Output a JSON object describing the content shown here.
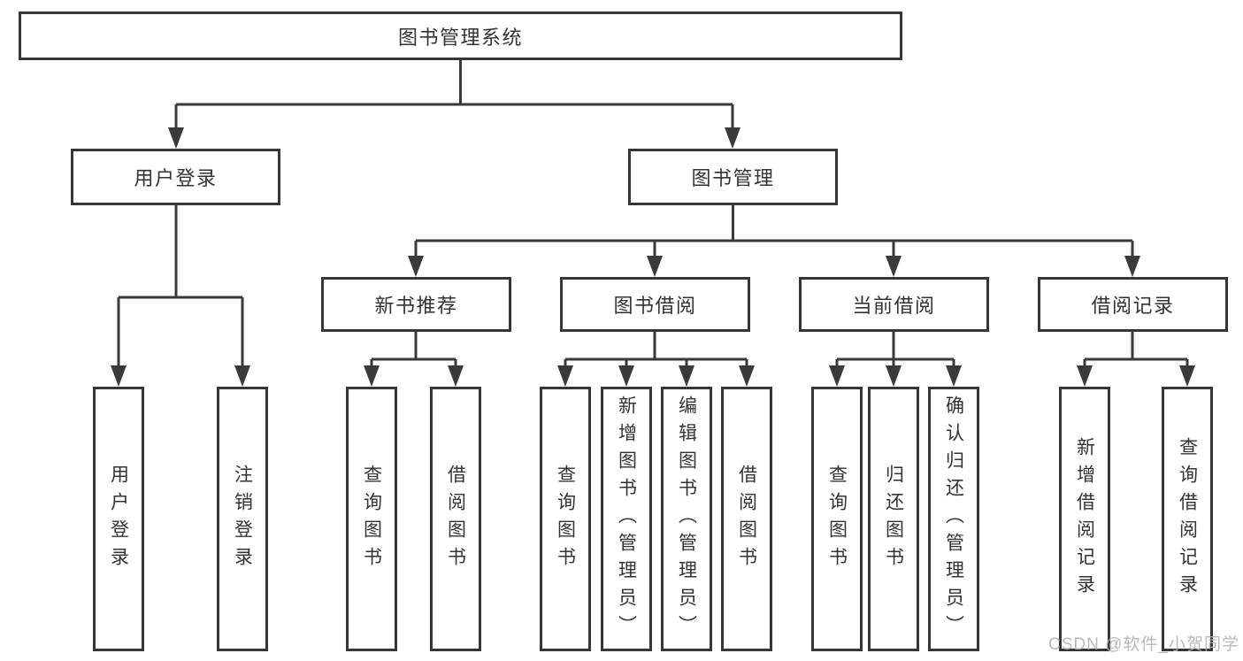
{
  "tree": {
    "root": {
      "label": "图书管理系统"
    },
    "branches": [
      {
        "label": "用户登录",
        "children": [
          {
            "label": "用户登录"
          },
          {
            "label": "注销登录"
          }
        ]
      },
      {
        "label": "图书管理",
        "children": [
          {
            "label": "新书推荐",
            "children": [
              {
                "label": "查询图书"
              },
              {
                "label": "借阅图书"
              }
            ]
          },
          {
            "label": "图书借阅",
            "children": [
              {
                "label": "查询图书"
              },
              {
                "label": "新增图书（管理员）"
              },
              {
                "label": "编辑图书（管理员）"
              },
              {
                "label": "借阅图书"
              }
            ]
          },
          {
            "label": "当前借阅",
            "children": [
              {
                "label": "查询图书"
              },
              {
                "label": "归还图书"
              },
              {
                "label": "确认归还（管理员）"
              }
            ]
          },
          {
            "label": "借阅记录",
            "children": [
              {
                "label": "新增借阅记录"
              },
              {
                "label": "查询借阅记录"
              }
            ]
          }
        ]
      }
    ]
  },
  "watermark": {
    "text": "CSDN @软件_小贺同学"
  },
  "colors": {
    "line": "#3a3a3a",
    "border": "#363636",
    "text": "#333333",
    "background": "#ffffff",
    "watermark": "#b3b3b3"
  }
}
